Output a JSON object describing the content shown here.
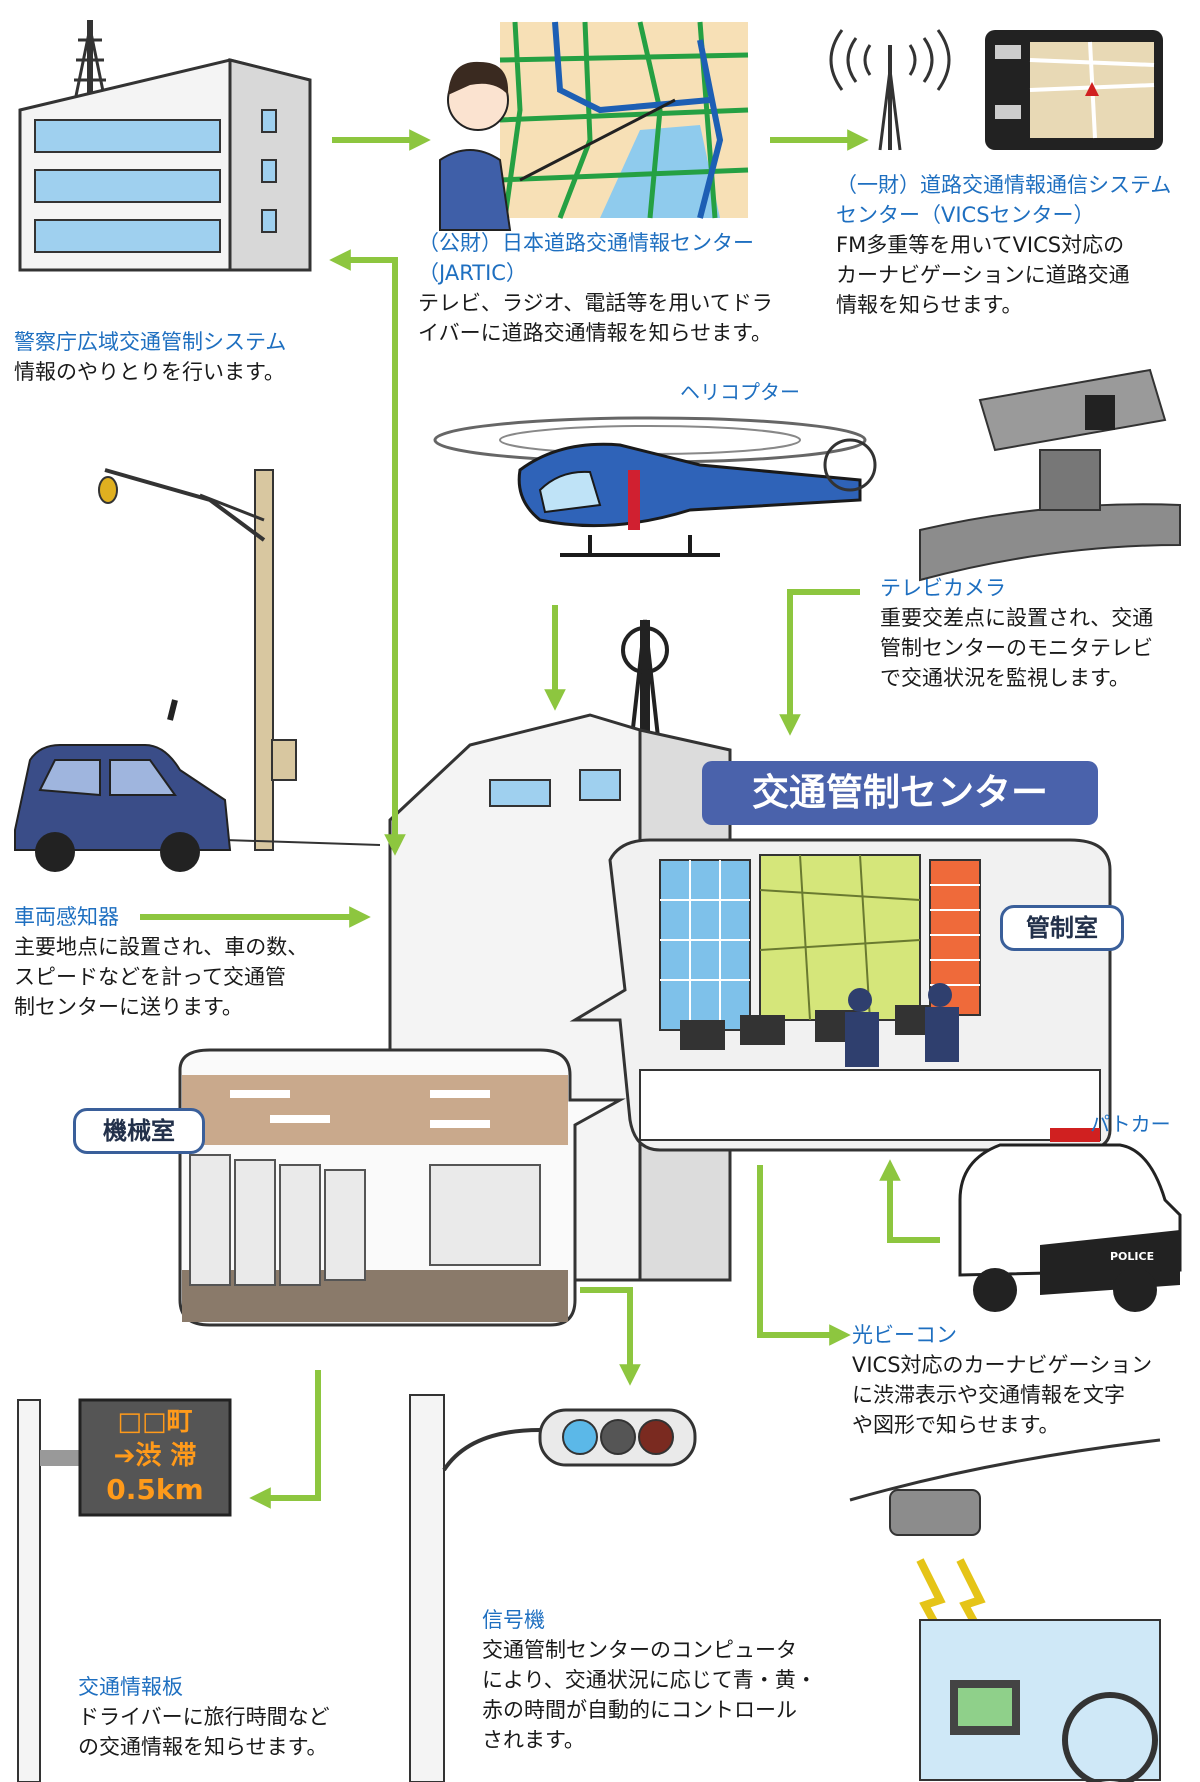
{
  "center_label": "交通管制センター",
  "room_labels": {
    "control_room": "管制室",
    "machine_room": "機械室"
  },
  "nodes": {
    "police_system": {
      "title": "警察庁広域交通管制システム",
      "desc": [
        "情報のやりとりを行います。"
      ]
    },
    "jartic": {
      "title": [
        "（公財）日本道路交通情報センター",
        "（JARTIC）"
      ],
      "desc": [
        "テレビ、ラジオ、電話等を用いてドラ",
        "イバーに道路交通情報を知らせます。"
      ]
    },
    "vics_center": {
      "title": [
        "（一財）道路交通情報通信システム",
        "センター（VICSセンター）"
      ],
      "desc": [
        "FM多重等を用いてVICS対応の",
        "カーナビゲーションに道路交通",
        "情報を知らせます。"
      ]
    },
    "helicopter": {
      "title": "ヘリコプター"
    },
    "tv_camera": {
      "title": "テレビカメラ",
      "desc": [
        "重要交差点に設置され、交通",
        "管制センターのモニタテレビ",
        "で交通状況を監視します。"
      ]
    },
    "vehicle_detector": {
      "title": "車両感知器",
      "desc": [
        "主要地点に設置され、車の数、",
        "スピードなどを計って交通管",
        "制センターに送ります。"
      ]
    },
    "patrol_car": {
      "title": "パトカー"
    },
    "optical_beacon": {
      "title": "光ビーコン",
      "desc": [
        "VICS対応のカーナビゲーション",
        "に渋滞表示や交通情報を文字",
        "や図形で知らせます。"
      ]
    },
    "signal": {
      "title": "信号機",
      "desc": [
        "交通管制センターのコンピュータ",
        "により、交通状況に応じて青・黄・",
        "赤の時間が自動的にコントロール",
        "されます。"
      ]
    },
    "info_board": {
      "title": "交通情報板",
      "desc": [
        "ドライバーに旅行時間など",
        "の交通情報を知らせます。"
      ]
    }
  },
  "info_board_display": {
    "line1": "□□町",
    "line2": "➔渋 滞",
    "line3": "0.5km"
  },
  "police_car_text": "POLICE",
  "colors": {
    "arrow": "#8dc63f",
    "title_text": "#1e6fc0",
    "center_tag": "#4a62ab"
  }
}
